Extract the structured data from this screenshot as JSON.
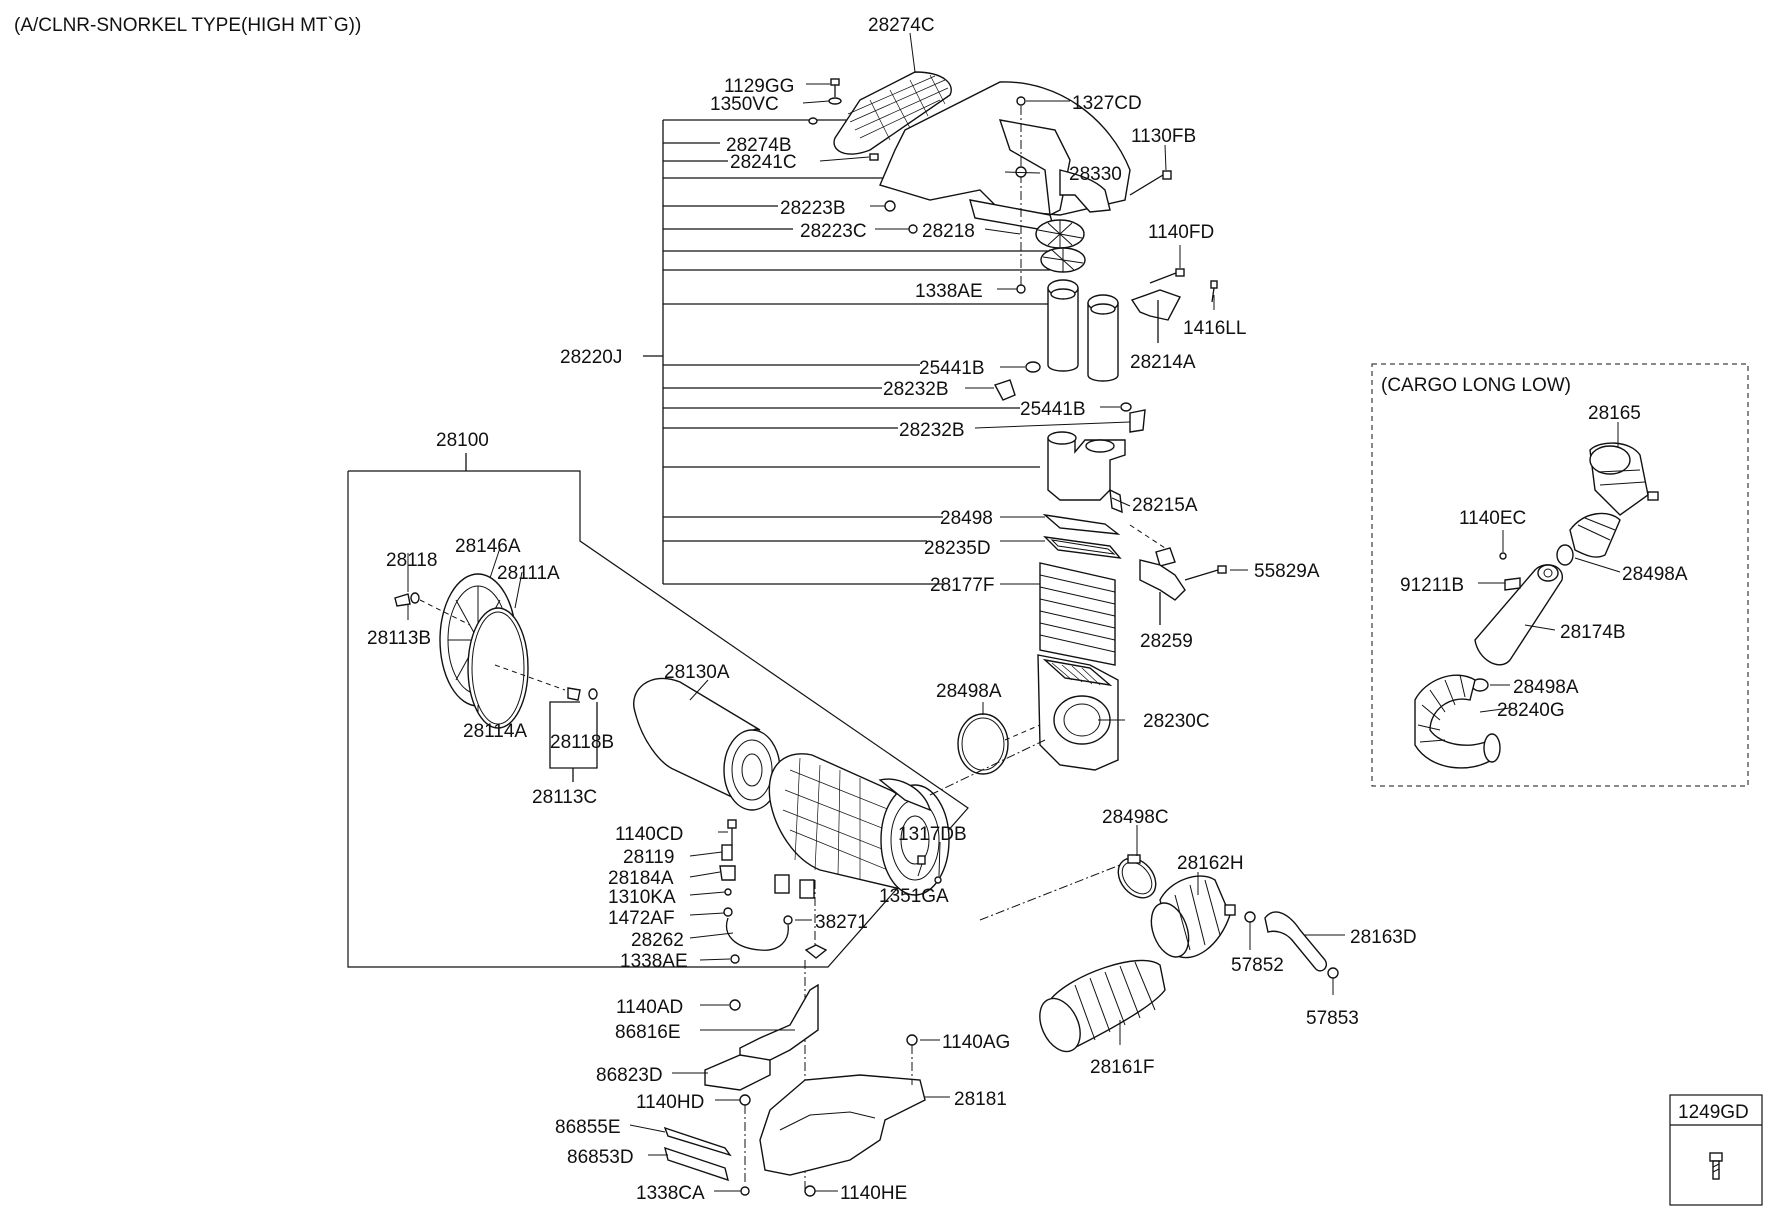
{
  "title": "(A/CLNR-SNORKEL TYPE(HIGH MT`G))",
  "inset_title": "(CARGO LONG LOW)",
  "legend_box_label": "1249GD",
  "parts": {
    "p28274C": "28274C",
    "p1129GG": "1129GG",
    "p1350VC": "1350VC",
    "p1327CD": "1327CD",
    "p1130FB": "1130FB",
    "p28274B": "28274B",
    "p28241C": "28241C",
    "p28330": "28330",
    "p28223B": "28223B",
    "p28223C": "28223C",
    "p28218": "28218",
    "p1140FD": "1140FD",
    "p1338AE_top": "1338AE",
    "p1416LL": "1416LL",
    "p28220J": "28220J",
    "p28214A": "28214A",
    "p25441B_a": "25441B",
    "p28232B_a": "28232B",
    "p25441B_b": "25441B",
    "p28232B_b": "28232B",
    "p28100": "28100",
    "p28215A": "28215A",
    "p28498": "28498",
    "p28235D": "28235D",
    "p55829A": "55829A",
    "p28177F": "28177F",
    "p28259": "28259",
    "p28118": "28118",
    "p28146A": "28146A",
    "p28111A": "28111A",
    "p28113B": "28113B",
    "p28130A": "28130A",
    "p28498A_mid": "28498A",
    "p28230C": "28230C",
    "p28114A": "28114A",
    "p28118B": "28118B",
    "p28113C": "28113C",
    "p1140CD": "1140CD",
    "p1317DB": "1317DB",
    "p28119": "28119",
    "p28184A": "28184A",
    "p1351GA": "1351GA",
    "p1310KA": "1310KA",
    "p1472AF": "1472AF",
    "p38271": "38271",
    "p28262": "28262",
    "p1338AE_bot": "1338AE",
    "p28498C": "28498C",
    "p28162H": "28162H",
    "p28163D": "28163D",
    "p57852": "57852",
    "p57853": "57853",
    "p1140AD": "1140AD",
    "p86816E": "86816E",
    "p1140AG": "1140AG",
    "p86823D": "86823D",
    "p1140HD": "1140HD",
    "p28181": "28181",
    "p86855E": "86855E",
    "p86853D": "86853D",
    "p1338CA": "1338CA",
    "p1140HE": "1140HE",
    "p28161F": "28161F",
    "p28165": "28165",
    "p1140EC": "1140EC",
    "p91211B": "91211B",
    "p28498A_in1": "28498A",
    "p28174B": "28174B",
    "p28498A_in2": "28498A",
    "p28240G": "28240G"
  }
}
